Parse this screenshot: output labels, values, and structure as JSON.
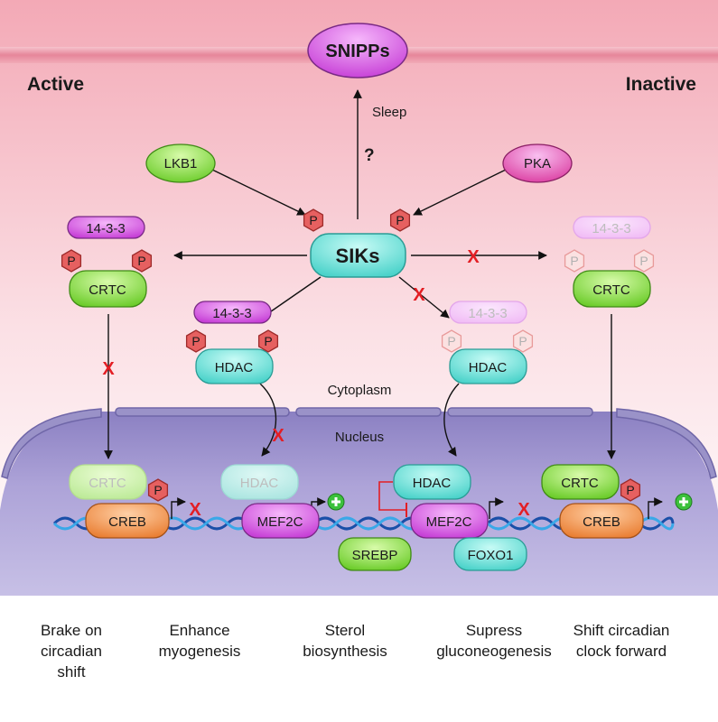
{
  "labels": {
    "active": "Active",
    "inactive": "Inactive",
    "sleep": "Sleep",
    "question": "?",
    "cytoplasm": "Cytoplasm",
    "nucleus": "Nucleus",
    "block": "X",
    "phospho": "P",
    "plus": "+"
  },
  "nodes": {
    "snipps": "SNIPPs",
    "siks": "SIKs",
    "lkb1": "LKB1",
    "pka": "PKA",
    "p1433": "14-3-3",
    "crtc": "CRTC",
    "hdac": "HDAC",
    "creb": "CREB",
    "mef2c": "MEF2C",
    "srebp": "SREBP",
    "foxo1": "FOXO1"
  },
  "outcomes": [
    [
      "Brake on",
      "circadian",
      "shift"
    ],
    [
      "Enhance",
      "myogenesis"
    ],
    [
      "Sterol",
      "biosynthesis"
    ],
    [
      "Supress",
      "gluconeogenesis"
    ],
    [
      "Shift circadian",
      "clock forward"
    ]
  ],
  "colors": {
    "magenta": "#d84fe3",
    "green": "#7fdc3c",
    "teal": "#5fe0d8",
    "orange": "#f08a3a",
    "phospho": "#e66060",
    "red_x": "#e31e24",
    "nucleus": "#a79bd0",
    "membrane": "#e98ea0"
  }
}
